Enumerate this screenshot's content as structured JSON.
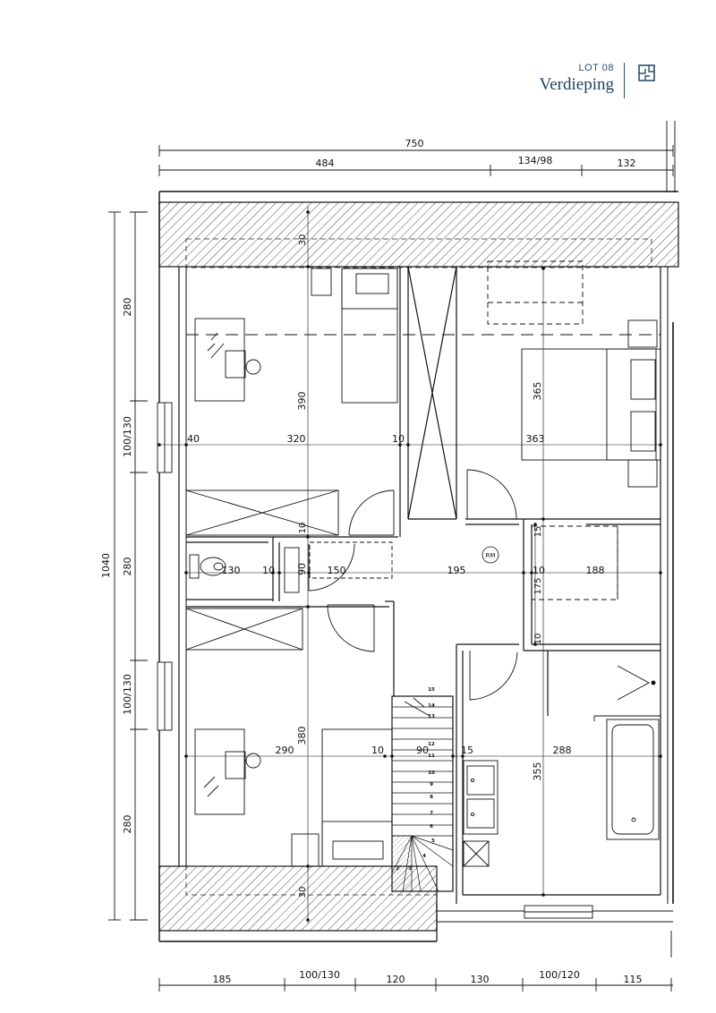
{
  "header": {
    "lot": "LOT 08",
    "title": "Verdieping",
    "icon": "floorplan-icon",
    "accent_color": "#2f4f6f"
  },
  "dimensions": {
    "top_total": "750",
    "top_left": "484",
    "top_mid": "134/98",
    "top_right": "132",
    "left_total": "1040",
    "left_1": "280",
    "left_2": "100/130",
    "left_3": "280",
    "left_4": "100/130",
    "left_5": "280",
    "bottom_1": "185",
    "bottom_2": "100/130",
    "bottom_3": "120",
    "bottom_4": "130",
    "bottom_5": "100/120",
    "bottom_6": "115"
  },
  "interior": {
    "wall_top_1": "30",
    "room1_height": "390",
    "row1_a": "40",
    "row1_b": "320",
    "row1_c": "10",
    "row1_d": "363",
    "master_height": "365",
    "v10_a": "10",
    "row2_a": "130",
    "row2_b": "10",
    "row2_c": "90",
    "row2_d": "150",
    "row2_e": "195",
    "row2_f": "10",
    "row2_g": "188",
    "v15": "15",
    "v175": "175",
    "v10_b": "10",
    "rm_label": "RM",
    "room3_height": "380",
    "row3_a": "290",
    "row3_b": "10",
    "row3_c": "90",
    "row3_d": "15",
    "row3_e": "288",
    "bath_height": "355",
    "wall_bottom": "30"
  },
  "stair_steps": [
    "15",
    "14",
    "13",
    "12",
    "11",
    "10",
    "9",
    "8",
    "7",
    "6",
    "5",
    "4",
    "3",
    "2"
  ]
}
